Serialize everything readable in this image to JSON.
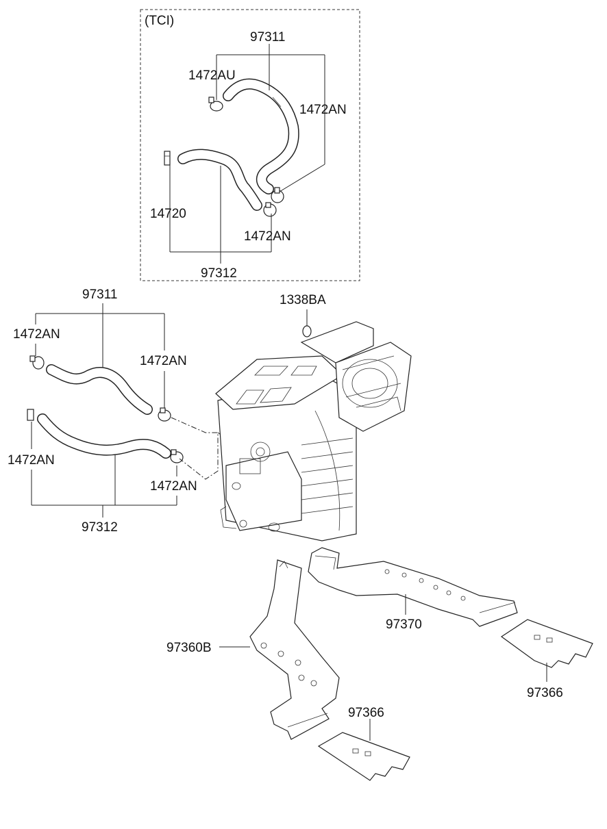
{
  "tci_box": {
    "label": "(TCI)"
  },
  "tci": {
    "hose_upper_label": "97311",
    "clamp_au_label": "1472AU",
    "clamp_right_label": "1472AN",
    "connector_label": "14720",
    "clamp_lower_label": "1472AN",
    "hose_lower_label": "97312"
  },
  "main": {
    "nut_label": "1338BA",
    "hose_upper_label": "97311",
    "clamp_left_upper_label": "1472AN",
    "clamp_right_upper_label": "1472AN",
    "clamp_left_lower_label": "1472AN",
    "clamp_right_lower_label": "1472AN",
    "hose_lower_label": "97312"
  },
  "ducts": {
    "duct_rear_right_label": "97370",
    "duct_rear_left_label": "97360B",
    "outlet_right_label": "97366",
    "outlet_left_label": "97366"
  }
}
